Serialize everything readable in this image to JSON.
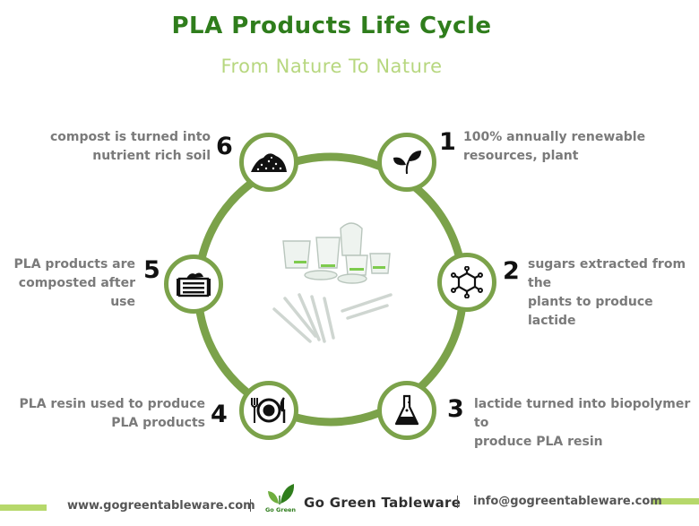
{
  "header": {
    "title": "PLA Products Life Cycle",
    "subtitle": "From Nature To Nature"
  },
  "colors": {
    "title_green": "#2f7d1c",
    "subtitle_green": "#b7d77f",
    "ring_green": "#7ba24a",
    "footer_bar": "#b6d86b",
    "text_gray": "#7a7a7a"
  },
  "steps": [
    {
      "number": "1",
      "line1": "100% annually renewable",
      "line2": "resources, plant",
      "icon": "plant-leaves-icon"
    },
    {
      "number": "2",
      "line1": "sugars extracted from the",
      "line2": "plants to produce lactide",
      "icon": "molecule-icon"
    },
    {
      "number": "3",
      "line1": "lactide turned into biopolymer to",
      "line2": "produce PLA resin",
      "icon": "flask-icon"
    },
    {
      "number": "4",
      "line1": "PLA resin used to produce",
      "line2": "PLA products",
      "icon": "plate-cutlery-icon"
    },
    {
      "number": "5",
      "line1": "PLA products are",
      "line2": "composted after use",
      "icon": "compost-bin-icon"
    },
    {
      "number": "6",
      "line1": "compost is turned into",
      "line2": "nutrient rich soil",
      "icon": "soil-pile-icon"
    }
  ],
  "footer": {
    "website": "www.gogreentableware.com",
    "brand": "Go Green Tableware",
    "email": "info@gogreentableware.com",
    "logo_text": "Go Green"
  }
}
